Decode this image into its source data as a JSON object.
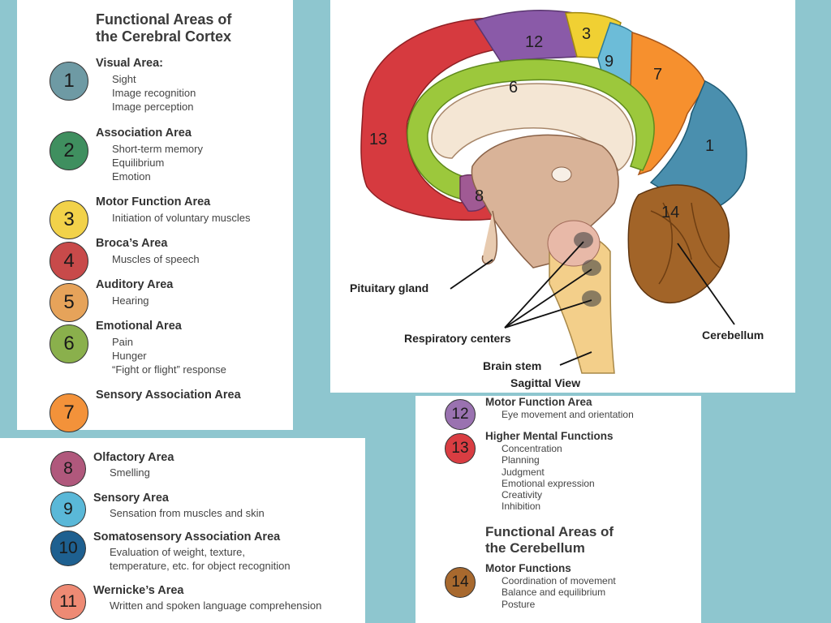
{
  "left_panel": {
    "title_line1": "Functional Areas of",
    "title_line2": "the Cerebral Cortex",
    "entries": [
      {
        "num": "1",
        "color": "#6e9aa4",
        "title": "Visual Area:",
        "desc": [
          "Sight",
          "Image recognition",
          "Image perception"
        ]
      },
      {
        "num": "2",
        "color": "#3f8f5f",
        "title": "Association Area",
        "desc": [
          "Short-term memory",
          "Equilibrium",
          "Emotion"
        ]
      },
      {
        "num": "3",
        "color": "#f2d24a",
        "title": "Motor Function Area",
        "desc": [
          "Initiation of voluntary muscles"
        ]
      },
      {
        "num": "4",
        "color": "#c84a4a",
        "title": "Broca’s Area",
        "desc": [
          "Muscles of speech"
        ]
      },
      {
        "num": "5",
        "color": "#e6a35a",
        "title": "Auditory Area",
        "desc": [
          "Hearing"
        ]
      },
      {
        "num": "6",
        "color": "#8ab04c",
        "title": "Emotional Area",
        "desc": [
          "Pain",
          "Hunger",
          "“Fight or flight” response"
        ]
      },
      {
        "num": "7",
        "color": "#f3923a",
        "title": "Sensory Association Area",
        "desc": []
      }
    ]
  },
  "bottom_left_panel": {
    "entries": [
      {
        "num": "8",
        "color": "#b0587c",
        "title": "Olfactory Area",
        "desc": [
          "Smelling"
        ]
      },
      {
        "num": "9",
        "color": "#5ab8d8",
        "title": "Sensory Area",
        "desc": [
          "Sensation from muscles and skin"
        ]
      },
      {
        "num": "10",
        "color": "#1e6090",
        "title": "Somatosensory Association Area",
        "desc": [
          "Evaluation of weight, texture,",
          "temperature, etc. for object recognition"
        ]
      },
      {
        "num": "11",
        "color": "#ee8a74",
        "title": "Wernicke’s Area",
        "desc": [
          "Written and spoken language comprehension"
        ]
      }
    ]
  },
  "bottom_right_panel": {
    "entries": [
      {
        "num": "12",
        "color": "#9a72b0",
        "title": "Motor Function Area",
        "desc": [
          "Eye movement and orientation"
        ]
      },
      {
        "num": "13",
        "color": "#d93d42",
        "title": "Higher Mental Functions",
        "desc": [
          "Concentration",
          "Planning",
          "Judgment",
          "Emotional expression",
          "Creativity",
          "Inhibition"
        ]
      }
    ],
    "cerebellum_title_line1": "Functional Areas of",
    "cerebellum_title_line2": "the Cerebellum",
    "cerebellum_entry": {
      "num": "14",
      "color": "#a8692e",
      "title": "Motor Functions",
      "desc": [
        "Coordination of movement",
        "Balance and equilibrium",
        "Posture"
      ]
    }
  },
  "diagram": {
    "labels": {
      "pituitary": "Pituitary gland",
      "respiratory": "Respiratory centers",
      "brain_stem": "Brain stem",
      "cerebellum": "Cerebellum",
      "view": "Sagittal View"
    },
    "region_numbers": [
      "12",
      "3",
      "9",
      "7",
      "6",
      "13",
      "1",
      "8",
      "14"
    ],
    "region_colors": {
      "frontal_red": "#d63a3f",
      "purple": "#8a5aa8",
      "yellow": "#f0d033",
      "light_blue": "#6cbcd8",
      "orange": "#f6902e",
      "green": "#9cc83c",
      "steel_blue": "#4a8fae",
      "cerebellum_brown": "#a26428"
    }
  }
}
